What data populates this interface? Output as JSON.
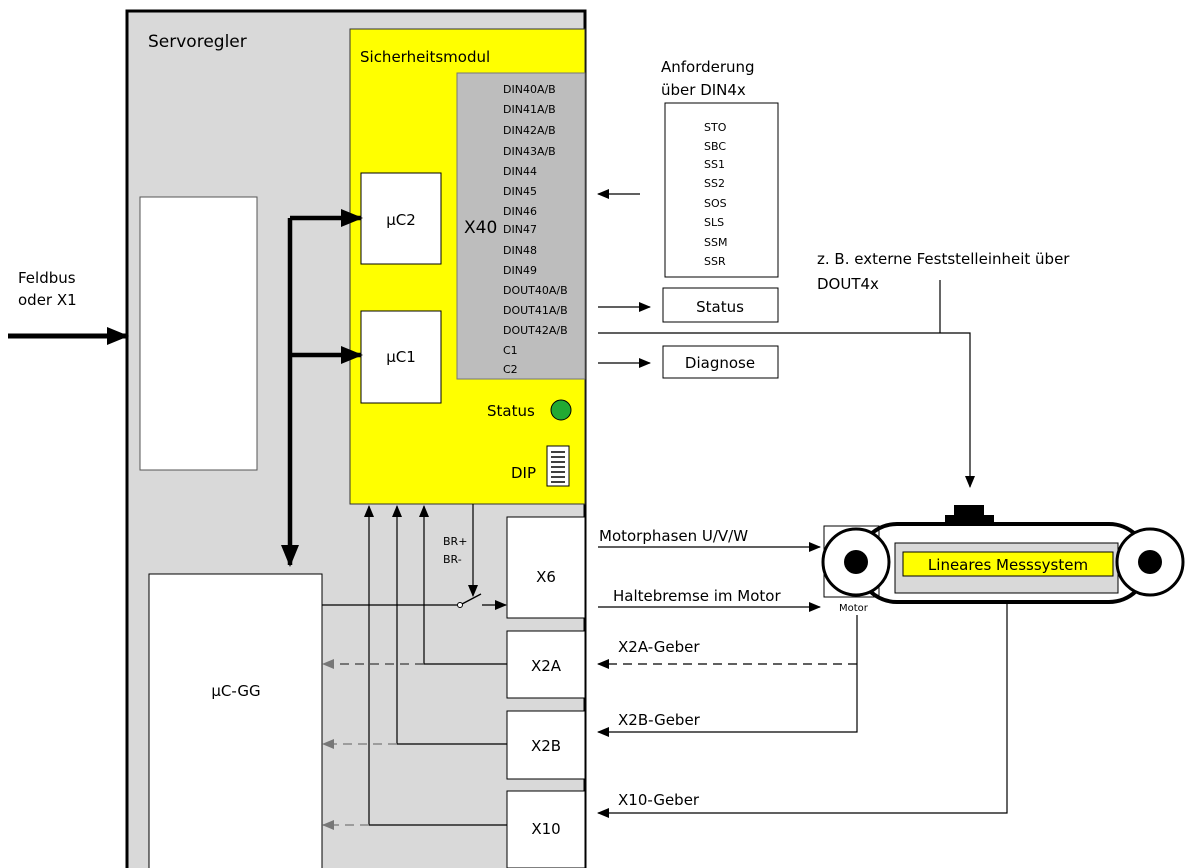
{
  "servo": {
    "title": "Servoregler"
  },
  "module": {
    "title": "Sicherheitsmodul",
    "connector": "X40",
    "pins": [
      "DIN40A/B",
      "DIN41A/B",
      "DIN42A/B",
      "DIN43A/B",
      "DIN44",
      "DIN45",
      "DIN46",
      "DIN47",
      "DIN48",
      "DIN49",
      "DOUT40A/B",
      "DOUT41A/B",
      "DOUT42A/B",
      "C1",
      "C2"
    ],
    "uc2": "µC2",
    "uc1": "µC1",
    "status_label": "Status",
    "dip_label": "DIP",
    "status_led_color": "#22aa33",
    "module_color": "#ffff00",
    "connector_color": "#bdbdbd"
  },
  "fieldbus": {
    "line1": "Feldbus",
    "line2": "oder X1"
  },
  "request": {
    "title_line1": "Anforderung",
    "title_line2": "über DIN4x",
    "items": [
      "STO",
      "SBC",
      "SS1",
      "SS2",
      "SOS",
      "SLS",
      "SSM",
      "SSR"
    ]
  },
  "outputs": {
    "status": "Status",
    "diagnose": "Diagnose"
  },
  "external": {
    "line1": "z. B. externe Feststelleinheit über",
    "line2": "DOUT4x"
  },
  "ucgg": {
    "label": "µC-GG"
  },
  "ports": {
    "x6": "X6",
    "x2a": "X2A",
    "x2b": "X2B",
    "x10": "X10"
  },
  "brake": {
    "br_plus": "BR+",
    "br_minus": "BR-"
  },
  "signals": {
    "motorphasen": "Motorphasen U/V/W",
    "haltebremse": "Haltebremse im Motor",
    "x2a_geber": "X2A-Geber",
    "x2b_geber": "X2B-Geber",
    "x10_geber": "X10-Geber"
  },
  "axis": {
    "measure_label": "Lineares Messsystem",
    "motor_label": "Motor"
  }
}
